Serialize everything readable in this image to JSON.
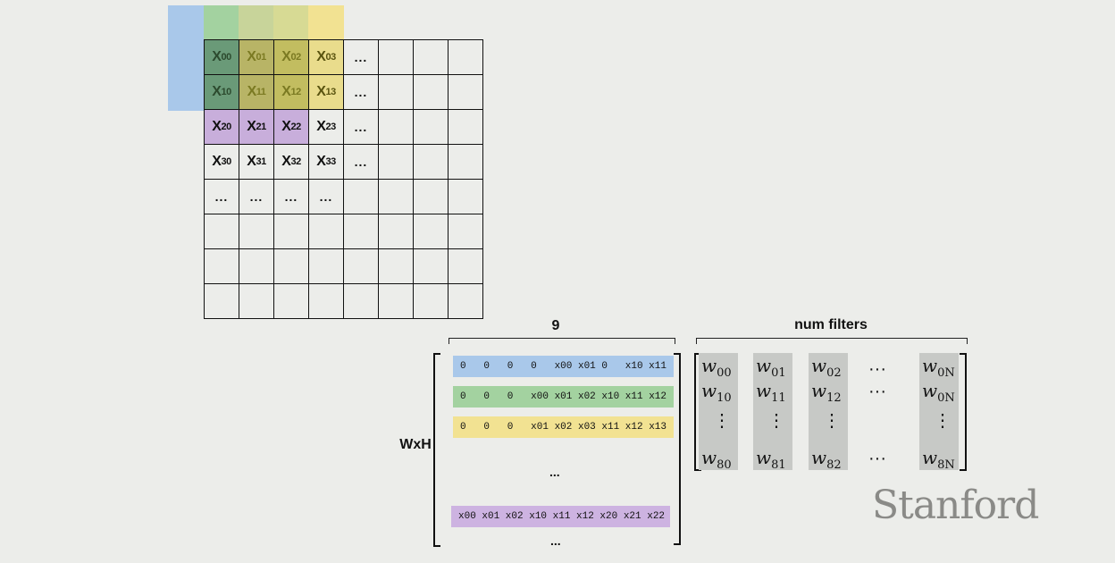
{
  "grid": {
    "rows": [
      [
        [
          "X",
          "00"
        ],
        [
          "X",
          "01"
        ],
        [
          "X",
          "02"
        ],
        [
          "X",
          "03"
        ],
        "...",
        "",
        "",
        ""
      ],
      [
        [
          "X",
          "10"
        ],
        [
          "X",
          "11"
        ],
        [
          "X",
          "12"
        ],
        [
          "X",
          "13"
        ],
        "...",
        "",
        "",
        ""
      ],
      [
        [
          "X",
          "20"
        ],
        [
          "X",
          "21"
        ],
        [
          "X",
          "22"
        ],
        [
          "X",
          "23"
        ],
        "...",
        "",
        "",
        ""
      ],
      [
        [
          "X",
          "30"
        ],
        [
          "X",
          "31"
        ],
        [
          "X",
          "32"
        ],
        [
          "X",
          "33"
        ],
        "...",
        "",
        "",
        ""
      ],
      [
        "...",
        "...",
        "...",
        "...",
        "",
        "",
        "",
        ""
      ],
      [
        "",
        "",
        "",
        "",
        "",
        "",
        "",
        ""
      ],
      [
        "",
        "",
        "",
        "",
        "",
        "",
        "",
        ""
      ],
      [
        "",
        "",
        "",
        "",
        "",
        "",
        "",
        ""
      ]
    ],
    "cell_colors": {
      "0,0": "#6a9a78",
      "0,1": "#b8b466",
      "0,2": "#c2bd60",
      "0,3": "#e9dc8c",
      "1,0": "#6a9a78",
      "1,1": "#b8b466",
      "1,2": "#c2bd60",
      "1,3": "#e9dc8c",
      "2,0": "#c8aedb",
      "2,1": "#c8aedb",
      "2,2": "#c8aedb"
    },
    "text_colors": {
      "0,0": "#2c4a2e",
      "0,1": "#7b7a22",
      "0,2": "#7b7a22",
      "0,3": "#5a5410",
      "1,0": "#2c4a2e",
      "1,1": "#7b7a22",
      "1,2": "#7b7a22",
      "1,3": "#5a5410"
    }
  },
  "colors": {
    "blue": "#a9c8ea",
    "green": "#a3d2a0",
    "yellow": "#f2e292",
    "purple": "#cdb3e1",
    "w_column": "#c7c9c6",
    "logo": "#8a8a87"
  },
  "labels": {
    "cols_label": "9",
    "rows_label": "WxH",
    "filters_label": "num filters",
    "middle_dots": "...",
    "bottom_dots": "..."
  },
  "matrix_rows": [
    {
      "color": "blue",
      "cells": [
        "0",
        "0",
        "0",
        "0",
        "x00 x01 0",
        "x10 x11"
      ]
    },
    {
      "color": "green",
      "cells": [
        "0",
        "0",
        "0",
        "x00 x01 x02 x10 x11 x12"
      ]
    },
    {
      "color": "yellow",
      "cells": [
        "0",
        "0",
        "0",
        "x01 x02 x03 x11 x12 x13"
      ]
    },
    {
      "color": "purple",
      "cells": [
        "x00 x01 x02 x10 x11 x12 x20 x21 x22"
      ]
    }
  ],
  "weights": {
    "columns": [
      {
        "top": [
          "w",
          "00"
        ],
        "second": [
          "w",
          "10"
        ],
        "bottom": [
          "w",
          "80"
        ]
      },
      {
        "top": [
          "w",
          "01"
        ],
        "second": [
          "w",
          "11"
        ],
        "bottom": [
          "w",
          "81"
        ]
      },
      {
        "top": [
          "w",
          "02"
        ],
        "second": [
          "w",
          "12"
        ],
        "bottom": [
          "w",
          "82"
        ]
      },
      {
        "top": [
          "w",
          "0N"
        ],
        "second": [
          "w",
          "0N"
        ],
        "bottom": [
          "w",
          "8N"
        ]
      }
    ],
    "ellipsis_h": "···",
    "ellipsis_v": "⋮"
  },
  "logo_text": "Stanford"
}
